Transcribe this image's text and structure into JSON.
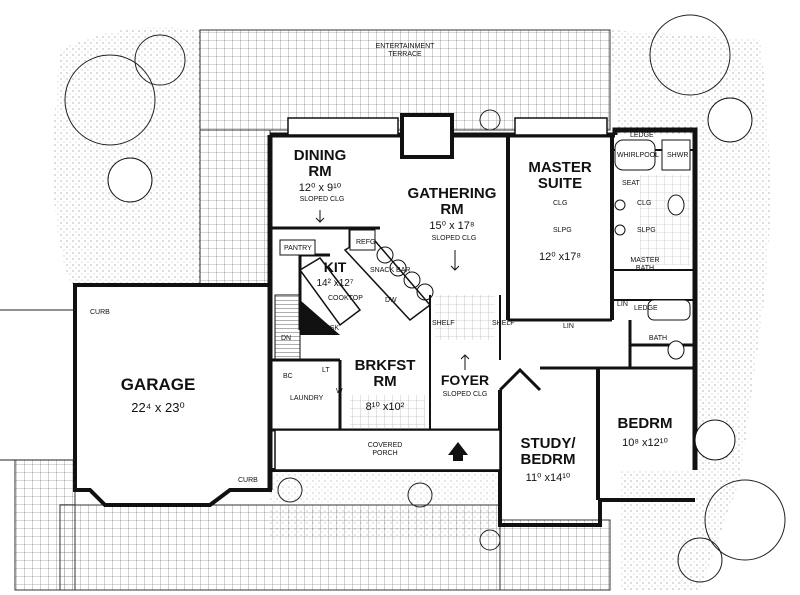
{
  "labels": {
    "terrace": [
      "ENTERTAINMENT",
      "TERRACE"
    ],
    "dining": {
      "name": [
        "DINING",
        "RM"
      ],
      "dims": "12⁰ x 9¹⁰",
      "note": "SLOPED CLG"
    },
    "gathering": {
      "name": [
        "GATHERING",
        "RM"
      ],
      "dims": "15⁰ x 17⁸",
      "note": "SLOPED CLG"
    },
    "master_suite": {
      "name": [
        "MASTER",
        "SUITE"
      ],
      "dims": "12⁰ x17⁸"
    },
    "kit": {
      "name": "KIT",
      "dims": "14² x12⁷"
    },
    "brkfst": {
      "name": [
        "BRKFST",
        "RM"
      ],
      "dims": "8¹⁰ x10²"
    },
    "foyer": {
      "name": "FOYER",
      "note": "SLOPED CLG"
    },
    "garage": {
      "name": "GARAGE",
      "dims": "22⁴ x 23⁰"
    },
    "study": {
      "name": [
        "STUDY/",
        "BEDRM"
      ],
      "dims": "11⁰ x14¹⁰"
    },
    "bedrm": {
      "name": "BEDRM",
      "dims": "10⁸ x12¹⁰"
    },
    "master_bath": [
      "MASTER",
      "BATH"
    ],
    "bath": "BATH",
    "porch": [
      "COVERED",
      "PORCH"
    ],
    "small": {
      "ledge": "LEDGE",
      "whirlpool": "WHIRLPOOL",
      "shwr": "SHWR",
      "seat": "SEAT",
      "clg": "CLG",
      "slpg": "SLPG",
      "lin": "LIN",
      "pantry": "PANTRY",
      "refg": "REFG",
      "snack_bar": "SNACK BAR",
      "cooktop": "COOKTOP",
      "dw": "DW",
      "desk": "DESK",
      "shelf": "SHELF",
      "dn": "DN",
      "laundry": "LAUNDRY",
      "bc": "BC",
      "lt": "LT",
      "w": "W",
      "curb": "CURB"
    }
  }
}
